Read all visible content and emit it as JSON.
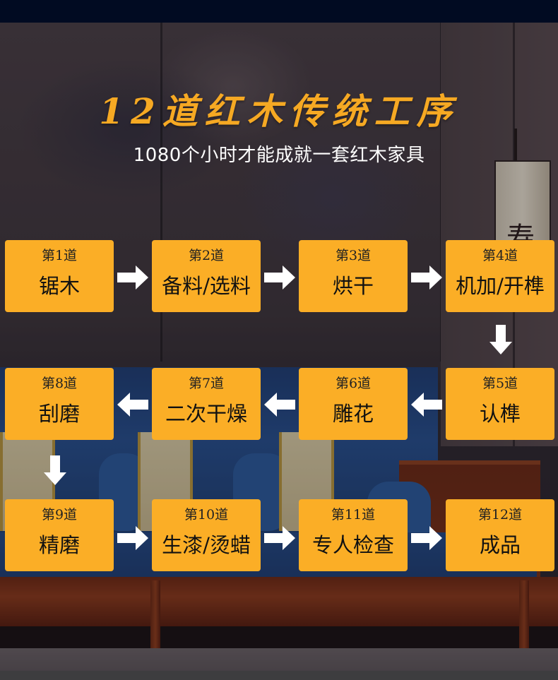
{
  "header": {
    "title": "12道红木传统工序",
    "subtitle": "1080个小时才能成就一套红木家具"
  },
  "colors": {
    "accent": "#fbae26",
    "title": "#f6a923",
    "topbar": "#010b22",
    "arrow": "#ffffff"
  },
  "decor": {
    "lamp_symbol": "寿"
  },
  "steps": [
    {
      "num": "第1道",
      "name": "锯木"
    },
    {
      "num": "第2道",
      "name": "备料/选料"
    },
    {
      "num": "第3道",
      "name": "烘干"
    },
    {
      "num": "第4道",
      "name": "机加/开榫"
    },
    {
      "num": "第5道",
      "name": "认榫"
    },
    {
      "num": "第6道",
      "name": "雕花"
    },
    {
      "num": "第7道",
      "name": "二次干燥"
    },
    {
      "num": "第8道",
      "name": "刮磨"
    },
    {
      "num": "第9道",
      "name": "精磨"
    },
    {
      "num": "第10道",
      "name": "生漆/烫蜡"
    },
    {
      "num": "第11道",
      "name": "专人检查"
    },
    {
      "num": "第12道",
      "name": "成品"
    }
  ],
  "arrows": [
    {
      "from": 1,
      "to": 2,
      "direction": "right"
    },
    {
      "from": 2,
      "to": 3,
      "direction": "right"
    },
    {
      "from": 3,
      "to": 4,
      "direction": "right"
    },
    {
      "from": 4,
      "to": 5,
      "direction": "down"
    },
    {
      "from": 5,
      "to": 6,
      "direction": "left"
    },
    {
      "from": 6,
      "to": 7,
      "direction": "left"
    },
    {
      "from": 7,
      "to": 8,
      "direction": "left"
    },
    {
      "from": 8,
      "to": 9,
      "direction": "down"
    },
    {
      "from": 9,
      "to": 10,
      "direction": "right"
    },
    {
      "from": 10,
      "to": 11,
      "direction": "right"
    },
    {
      "from": 11,
      "to": 12,
      "direction": "right"
    }
  ]
}
